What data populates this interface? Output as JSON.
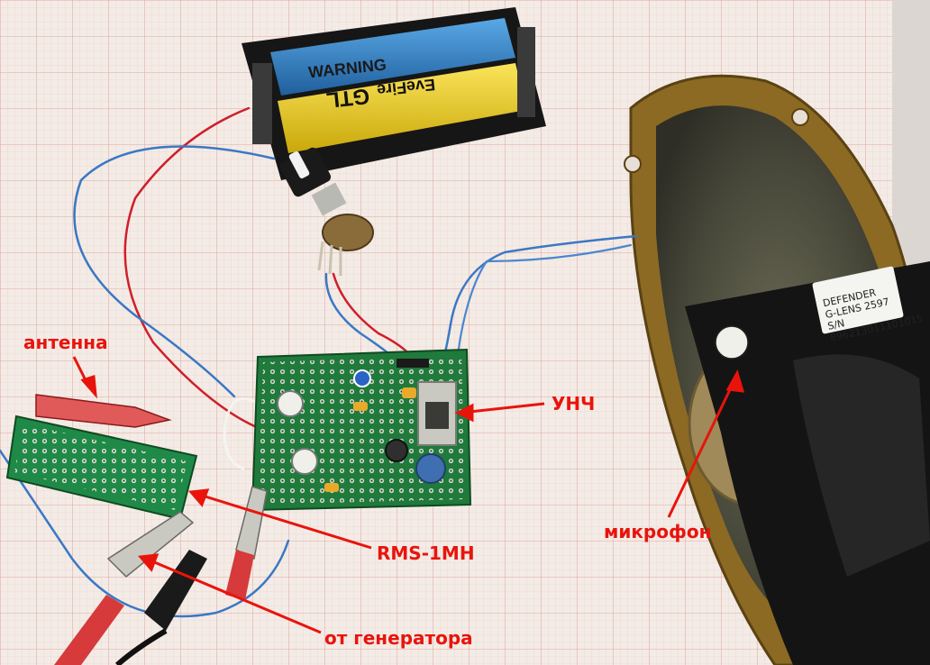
{
  "labels": {
    "antenna": "антенна",
    "amplifier": "УНЧ",
    "rms": "RMS-1MH",
    "generator": "от генератора",
    "microphone": "микрофон"
  },
  "speaker_sticker": {
    "line1": "DEFENDER",
    "line2": "G-LENS 2597",
    "line3": "S/N 89621301110101​5"
  },
  "battery_text": {
    "warning": "WARNING",
    "brand": "GTL",
    "brand2": "EveFire"
  },
  "colors": {
    "label_red": "#e8140c",
    "grid_paper": "#f2e9e4",
    "grid_line": "#e9b8b0",
    "pcb_green": "#1d7a3a",
    "battery_blue": "#2f7fc8",
    "battery_yellow": "#f2d21a",
    "speaker_frame": "#8a6a22",
    "wire_red": "#d0202a",
    "wire_blue": "#3a78c4"
  }
}
